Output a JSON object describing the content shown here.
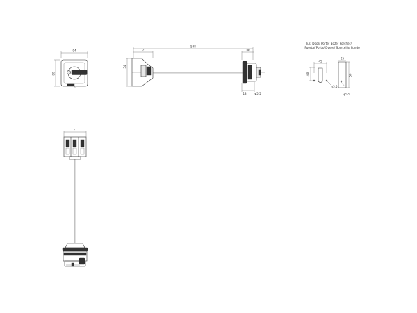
{
  "colors": {
    "line": "#333333",
    "background": "#ffffff",
    "dark_fill": "#333333"
  },
  "front_view": {
    "width_label": "94",
    "height_label": "90"
  },
  "side_view": {
    "top_left_label": "71",
    "overall_label": "598",
    "right_label": "86",
    "height_label": "54",
    "bottom_label_1": "18",
    "bottom_label_2": "φ5.5"
  },
  "door_cutout": {
    "title_line_1": "Tür/ Door/ Porte/ Bože/ Porcher/",
    "title_line_2": "Puerta/ Porta/ Dvere/ Sportello/ Fundo",
    "width_label": "45",
    "height_label": "48",
    "right_width_label": "25",
    "right_height_label": "50",
    "hole_label_1": "φ5.5",
    "hole_label_2": "φ5.5"
  },
  "bottom_view": {
    "width_label": "71"
  }
}
